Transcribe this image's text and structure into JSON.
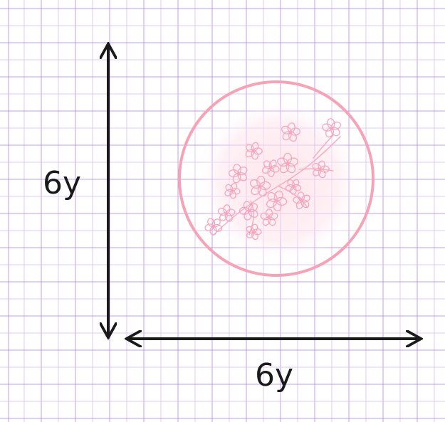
{
  "diagram": {
    "vertical_dimension_label": "6y",
    "horizontal_dimension_label": "6y",
    "shape": "circle",
    "shape_fill": "cherry-blossom-branch",
    "colors": {
      "grid_line": "#b07cf0",
      "grid_line_light": "#d9c4fa",
      "circle_stroke": "#f5a3b5",
      "blossom_stroke": "#f4a7bd",
      "glow": "#fde3ea",
      "arrow": "#1a1a1a",
      "background": "#ffffff"
    }
  }
}
